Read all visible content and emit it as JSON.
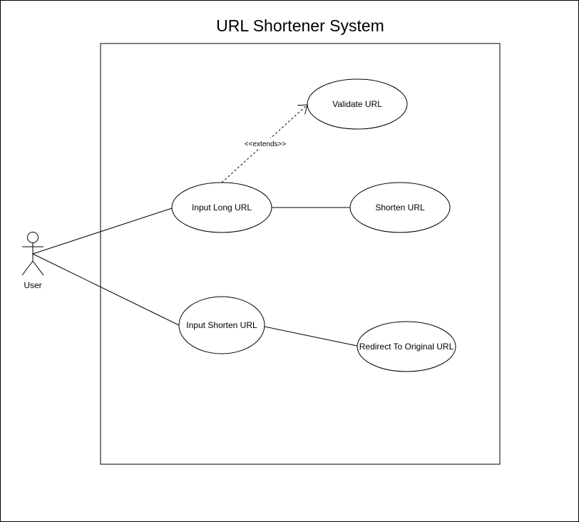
{
  "diagram": {
    "title": "URL Shortener System",
    "actor": {
      "label": "User"
    },
    "use_cases": {
      "validate_url": "Validate URL",
      "input_long_url": "Input Long URL",
      "shorten_url": "Shorten URL",
      "input_shorten_url": "Input Shorten URL",
      "redirect_to_original_url": "Redirect To Original URL"
    },
    "relations": {
      "extends_label": "<<extends>>"
    }
  }
}
